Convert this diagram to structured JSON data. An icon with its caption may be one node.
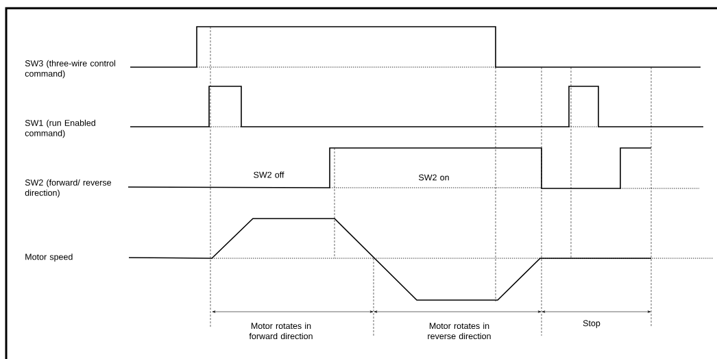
{
  "diagram": {
    "labels": [
      "SW3 (three-wire control command)",
      "SW1 (run Enabled command)",
      "SW2 off",
      "SW2 on",
      "SW2 (forward/ reverse direction)",
      "Motor speed",
      "Motor rotates in forward direction",
      "Motor rotates in reverse direction",
      "Stop"
    ]
  }
}
